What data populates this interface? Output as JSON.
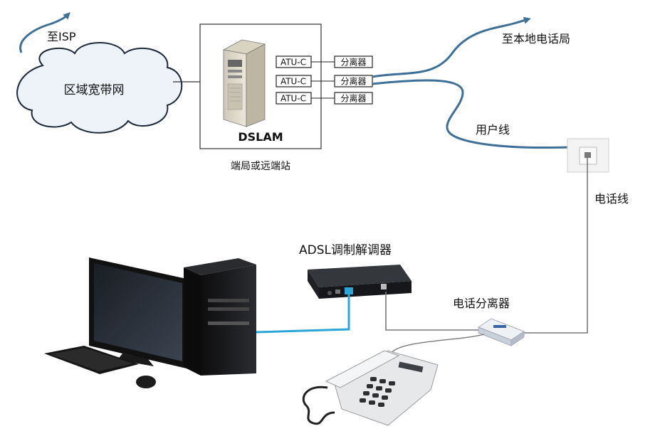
{
  "labels": {
    "to_isp": "至ISP",
    "wan": "区域宽带网",
    "dslam": "DSLAM",
    "station": "端局或远端站",
    "atu": [
      "ATU-C",
      "ATU-C",
      "ATU-C"
    ],
    "splitters": [
      "分离器",
      "分离器",
      "分离器"
    ],
    "to_local_exchange": "至本地电话局",
    "user_line": "用户线",
    "phone_line": "电话线",
    "adsl_modem": "ADSL调制解调器",
    "phone_splitter": "电话分离器"
  },
  "colors": {
    "line_blue": "#3d6f97",
    "cable_cyan": "#2aa7d6",
    "cloud_fill": "#eef3f9",
    "cloud_stroke": "#1d2a3a",
    "gray_wire": "#777777"
  }
}
